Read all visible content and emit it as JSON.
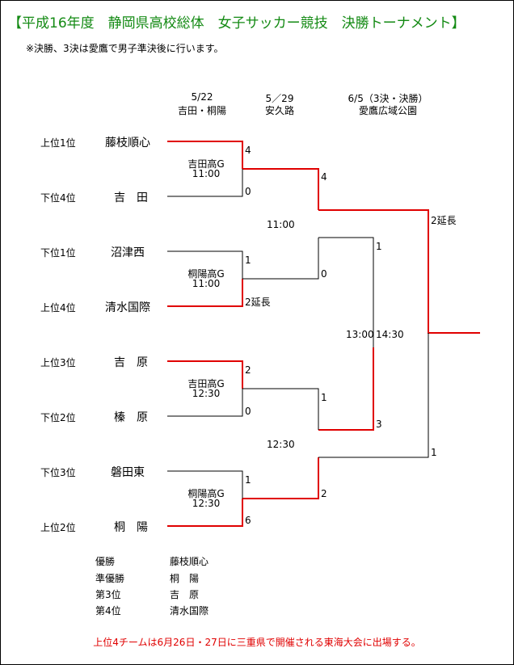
{
  "title": "【平成16年度　静岡県高校総体　女子サッカー競技　決勝トーナメント】",
  "note": "※決勝、3決は愛鷹で男子準決後に行います。",
  "rounds": [
    {
      "date": "5/22",
      "venue": "吉田・桐陽"
    },
    {
      "date": "5／29",
      "venue": "安久路"
    },
    {
      "date": "6/5（3決・決勝）",
      "venue": "愛鷹広域公園"
    }
  ],
  "teams": [
    {
      "rank": "上位1位",
      "name": "藤枝順心"
    },
    {
      "rank": "下位4位",
      "name": "吉　田"
    },
    {
      "rank": "下位1位",
      "name": "沼津西"
    },
    {
      "rank": "上位4位",
      "name": "清水国際"
    },
    {
      "rank": "上位3位",
      "name": "吉　原"
    },
    {
      "rank": "下位2位",
      "name": "榛　原"
    },
    {
      "rank": "下位3位",
      "name": "磐田東"
    },
    {
      "rank": "上位2位",
      "name": "桐　陽"
    }
  ],
  "matches_r1": [
    {
      "venue": "吉田高G",
      "time": "11:00"
    },
    {
      "venue": "桐陽高G",
      "time": "11:00"
    },
    {
      "venue": "吉田高G",
      "time": "12:30"
    },
    {
      "venue": "桐陽高G",
      "time": "12:30"
    }
  ],
  "scores": {
    "r1": [
      "4",
      "0",
      "1",
      "2延長",
      "2",
      "0",
      "1",
      "6"
    ],
    "r2": [
      "4",
      "0",
      "1",
      "2"
    ],
    "r3": [
      "1",
      "3"
    ],
    "final": [
      "2延長",
      "1"
    ]
  },
  "times": {
    "semi_top": "11:00",
    "semi_bottom": "12:30",
    "third_place": "13:00",
    "final": "14:30"
  },
  "results": [
    {
      "label": "優勝",
      "team": "藤枝順心"
    },
    {
      "label": "準優勝",
      "team": "桐　陽"
    },
    {
      "label": "第3位",
      "team": "吉　原"
    },
    {
      "label": "第4位",
      "team": "清水国際"
    }
  ],
  "footer": "上位4チームは6月26日・27日に三重県で開催される東海大会に出場する。",
  "colors": {
    "title": "#138a13",
    "winner_line": "#e00000",
    "line": "#000000",
    "footer": "#e00000"
  }
}
